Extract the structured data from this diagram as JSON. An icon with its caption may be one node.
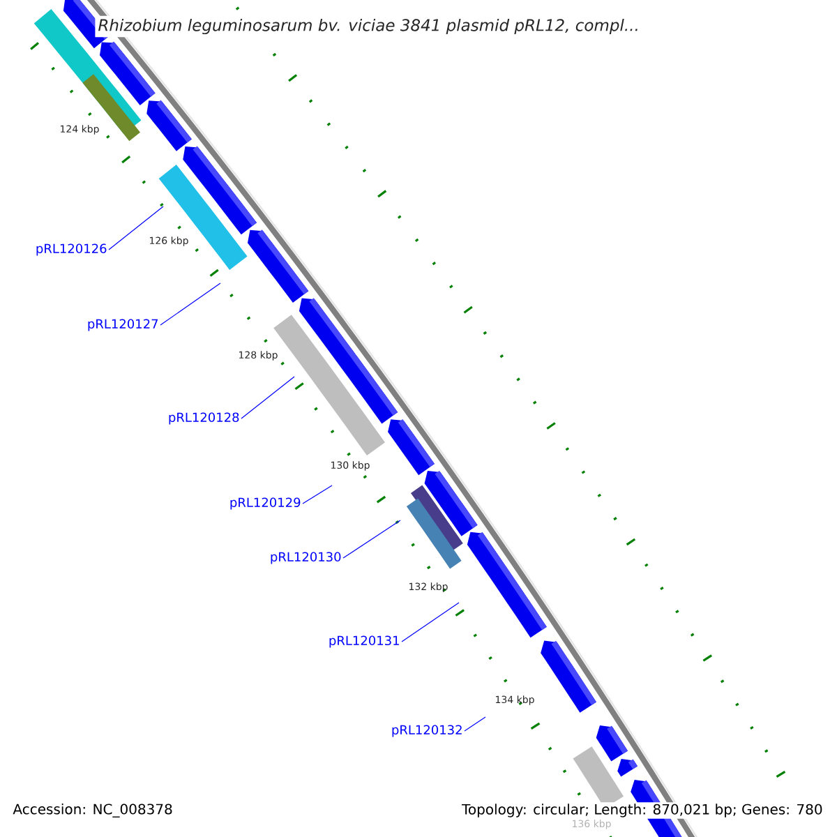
{
  "diagram": {
    "title": "*Rhizobium leguminosarum* bv. *viciae* 3841 plasmid pRL12, compl...",
    "nodes": [
      {
        "text": [
          "pRL120126"
        ]
      },
      {
        "text": [
          "pRL120127"
        ]
      },
      {
        "text": [
          "pRL120128"
        ]
      },
      {
        "text": [
          "pRL120129"
        ]
      },
      {
        "text": [
          "pRL120130"
        ]
      },
      {
        "text": [
          "pRL120131"
        ]
      },
      {
        "text": [
          "pRL120132"
        ]
      }
    ],
    "edges": [
      {
        "from": 0,
        "to": null,
        "arrow": "none"
      },
      {
        "from": 1,
        "to": null,
        "arrow": "none"
      },
      {
        "from": 2,
        "to": null,
        "arrow": "none"
      },
      {
        "from": 3,
        "to": null,
        "arrow": "none"
      },
      {
        "from": 4,
        "to": null,
        "arrow": "none"
      },
      {
        "from": 5,
        "to": null,
        "arrow": "none"
      },
      {
        "from": 6,
        "to": null,
        "arrow": "none"
      }
    ],
    "labels": [
      "124 kbp",
      "126 kbp",
      "128 kbp",
      "130 kbp",
      "132 kbp",
      "134 kbp",
      "136 kbp",
      "Accession: NC_008378",
      "Topology: circular; Length: 870,021 bp; Genes: 780"
    ]
  }
}
